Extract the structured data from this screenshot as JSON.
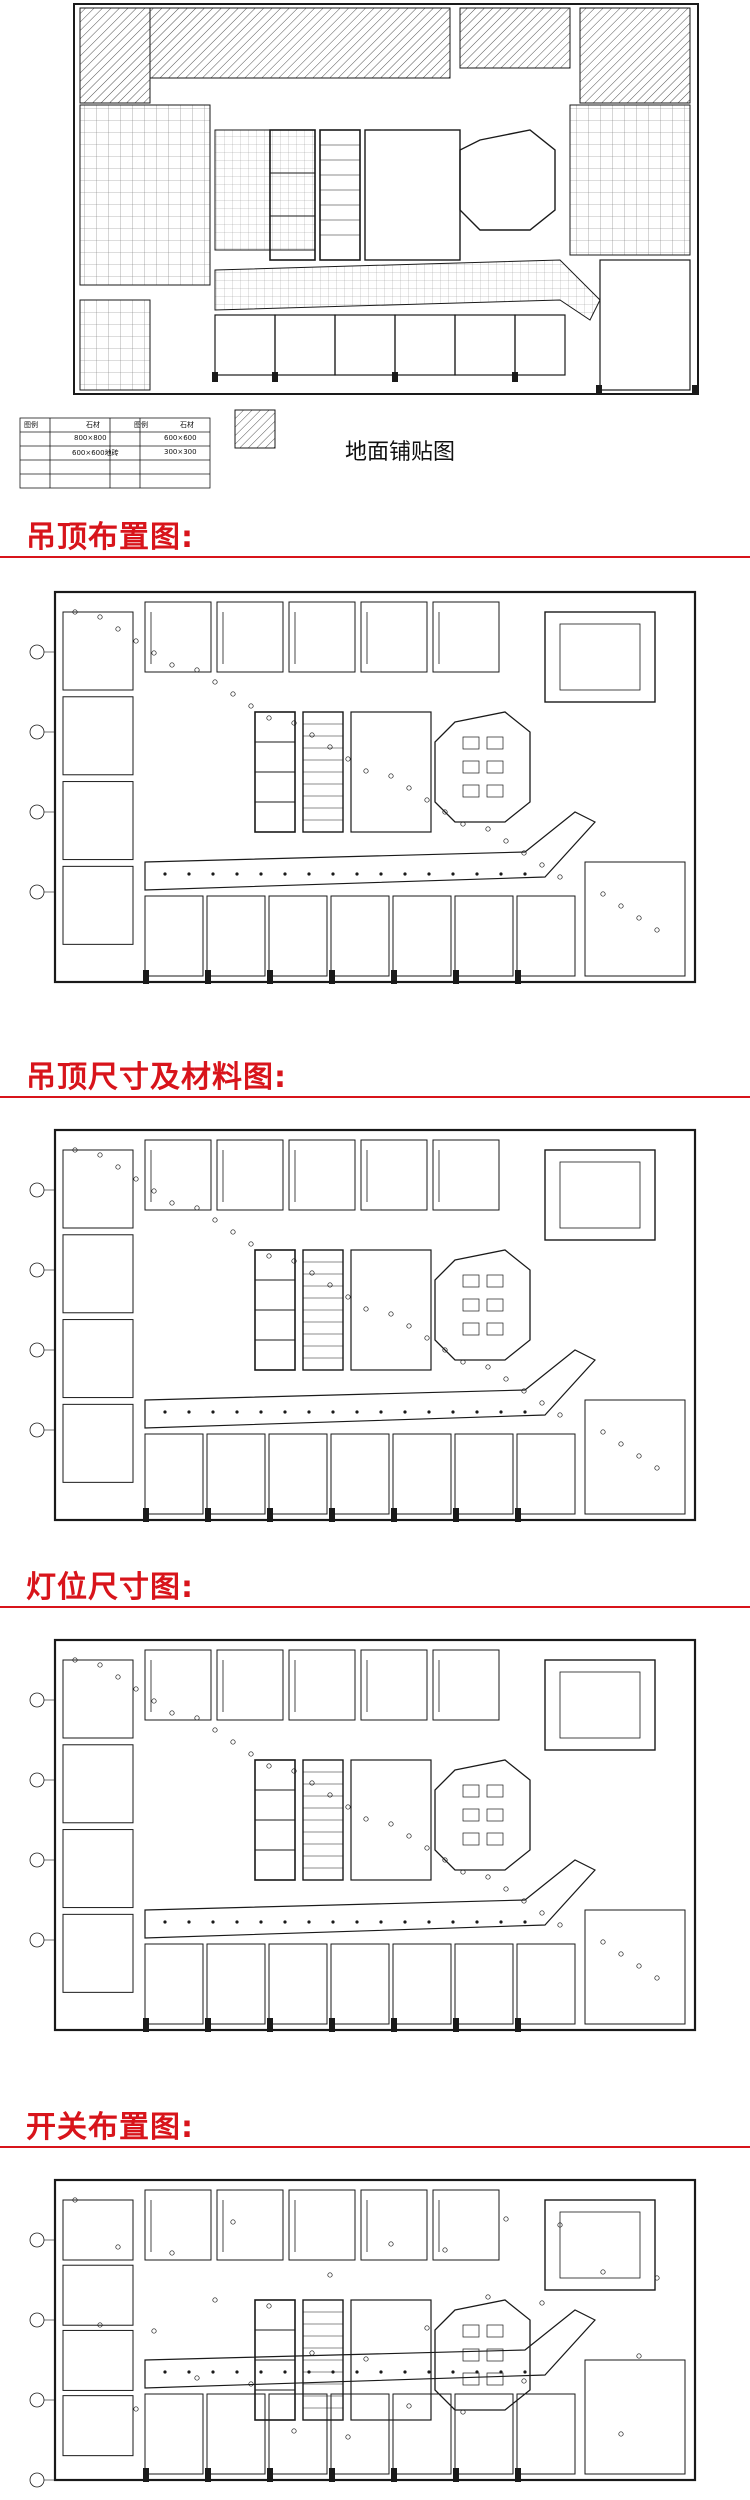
{
  "floor_plan": {
    "caption": "地面铺贴图",
    "legend_rows": [
      {
        "a": "图例",
        "b": "石材",
        "c": "图例",
        "d": "石材"
      },
      {
        "a": "",
        "b": "800×800",
        "c": "",
        "d": "600×600"
      },
      {
        "a": "",
        "b": "600×600地砖",
        "c": "",
        "d": "300×300"
      },
      {
        "a": "",
        "b": "",
        "c": "",
        "d": ""
      },
      {
        "a": "",
        "b": "",
        "c": "",
        "d": ""
      }
    ]
  },
  "sections": [
    {
      "id": "ceiling-layout",
      "title": "吊顶布置图:"
    },
    {
      "id": "ceiling-dimension",
      "title": "吊顶尺寸及材料图:"
    },
    {
      "id": "light-dimension",
      "title": "灯位尺寸图:"
    },
    {
      "id": "switch-layout",
      "title": "开关布置图:"
    }
  ],
  "colors": {
    "accent": "#d8141b",
    "line": "#1a1a1a"
  }
}
